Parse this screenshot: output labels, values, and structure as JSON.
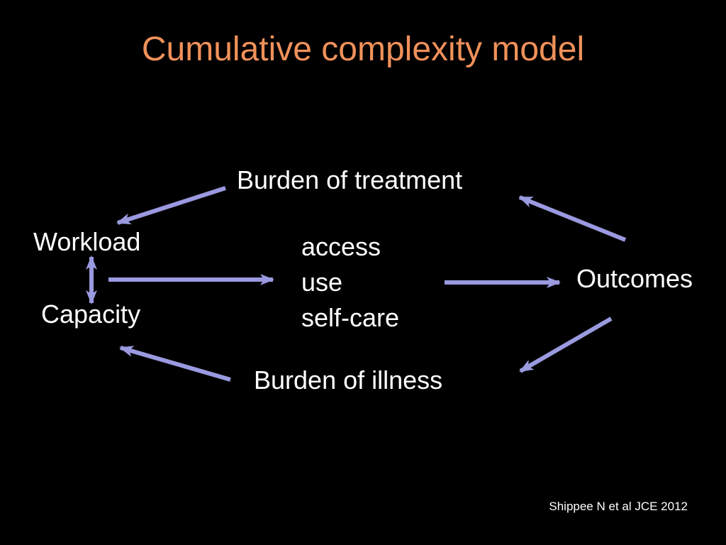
{
  "slide": {
    "title": "Cumulative complexity model",
    "citation": "Shippee N et al JCE 2012"
  },
  "diagram": {
    "nodes": {
      "burden_of_treatment": "Burden of treatment",
      "workload": "Workload",
      "capacity": "Capacity",
      "activities": [
        "access",
        "use",
        "self-care"
      ],
      "outcomes": "Outcomes",
      "burden_of_illness": "Burden of illness"
    }
  },
  "colors": {
    "background": "#000000",
    "title": "#f0915a",
    "text": "#ffffff",
    "arrow": "#9a9ae0"
  }
}
